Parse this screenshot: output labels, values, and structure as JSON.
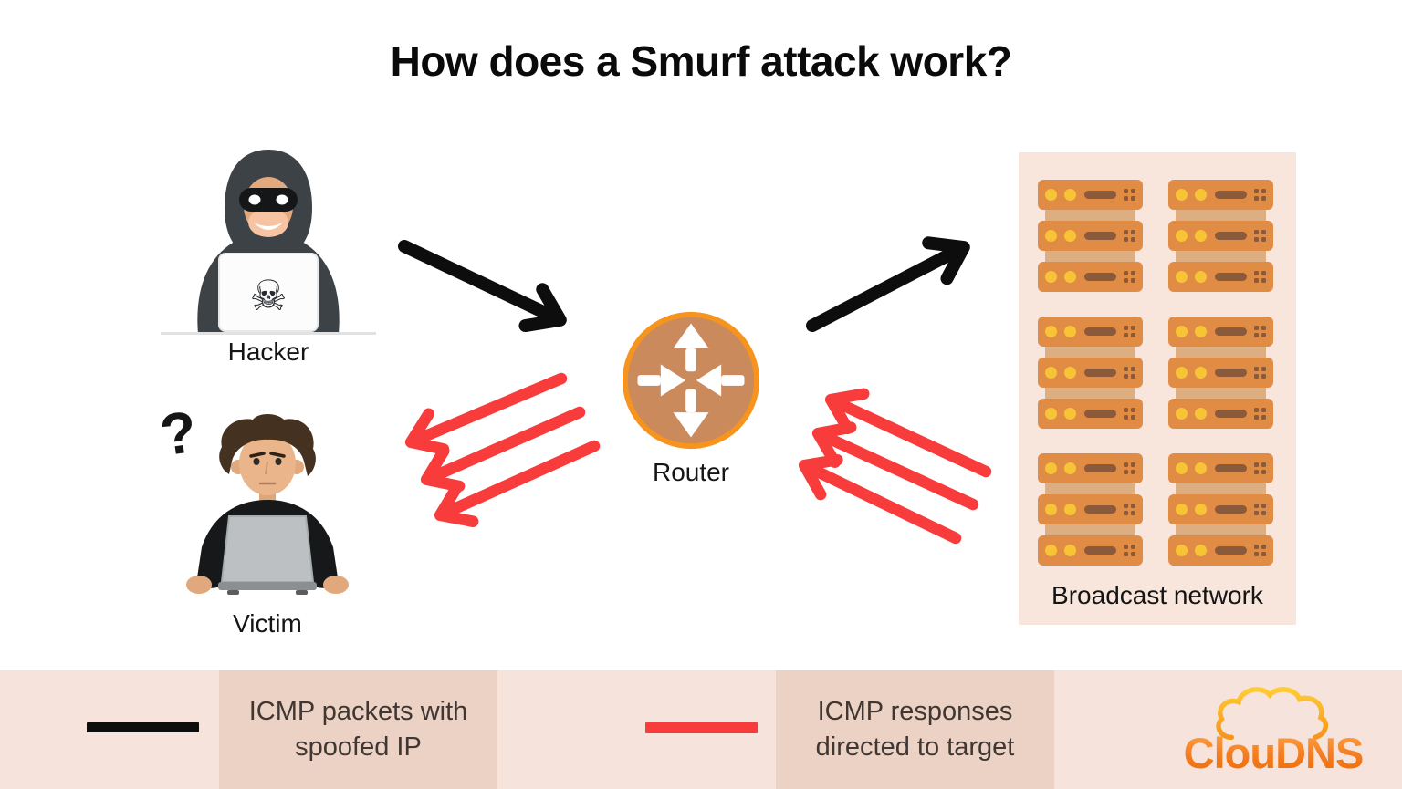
{
  "title": "How does a Smurf attack work?",
  "nodes": {
    "hacker": {
      "label": "Hacker"
    },
    "victim": {
      "label": "Victim"
    },
    "router": {
      "label": "Router"
    },
    "broadcast": {
      "label": "Broadcast network",
      "stack_columns": 2,
      "stack_rows": 3,
      "units_per_stack": 3
    }
  },
  "flows": [
    {
      "from": "Hacker",
      "to": "Router",
      "meaning": "ICMP packets with spoofed IP",
      "color": "black",
      "count": 1
    },
    {
      "from": "Router",
      "to": "Broadcast network",
      "meaning": "ICMP packets with spoofed IP",
      "color": "black",
      "count": 1
    },
    {
      "from": "Router",
      "to": "Victim",
      "meaning": "ICMP responses directed to target",
      "color": "red",
      "count": 3
    },
    {
      "from": "Broadcast network",
      "to": "Router",
      "meaning": "ICMP responses directed to target",
      "color": "red",
      "count": 3
    }
  ],
  "legend": {
    "items": [
      {
        "swatch": "black-line",
        "line1": "ICMP packets with",
        "line2": "spoofed IP"
      },
      {
        "swatch": "red-line",
        "line1": "ICMP responses",
        "line2": "directed to target"
      }
    ]
  },
  "logo": {
    "text": "ClouDNS"
  },
  "colors": {
    "arrow_black": "#0d0d0d",
    "arrow_red": "#f83b3b",
    "router_fill": "#cb8a5c",
    "router_border": "#f7941d",
    "panel_pink": "#f8e5dc",
    "footer_bg": "#f5e3dc",
    "footer_cell": "#ecd1c5",
    "server_orange": "#e18c44",
    "server_connector": "#dcae82",
    "server_dot_yellow": "#f7c437",
    "server_detail_brown": "#8a5a3b",
    "legend_text": "#403733",
    "logo_orange": "#f47b20",
    "logo_yellow": "#ffc93c"
  }
}
